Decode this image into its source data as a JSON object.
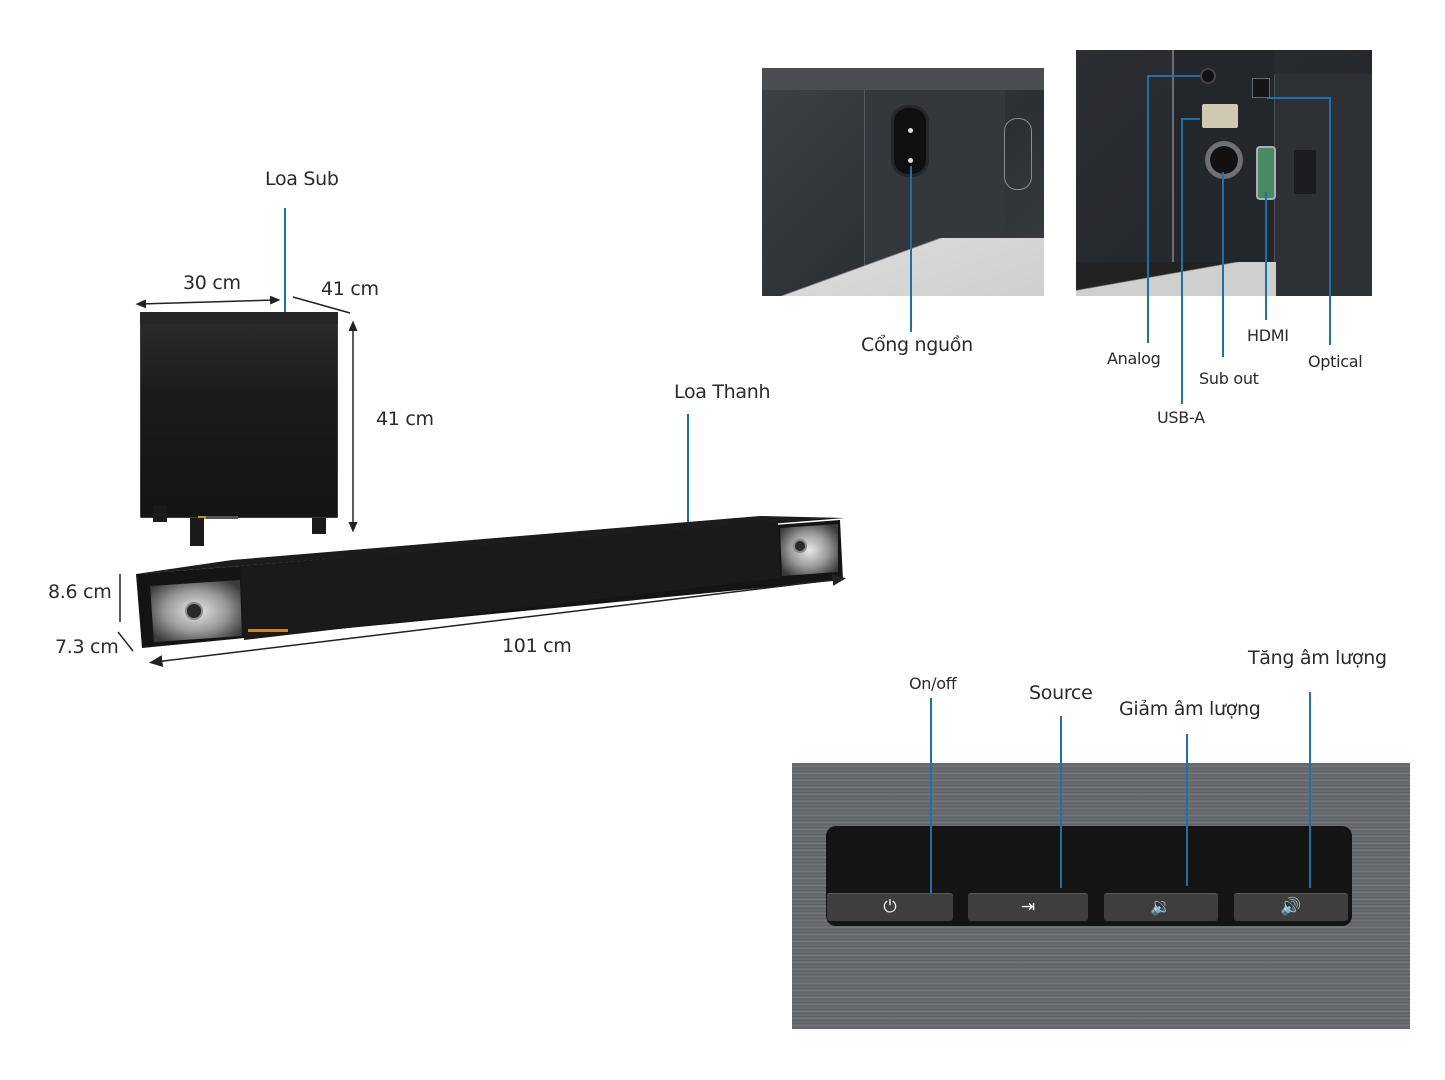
{
  "subwoofer": {
    "label": "Loa Sub",
    "width_label": "30 cm",
    "depth_label": "41 cm",
    "height_label": "41 cm"
  },
  "soundbar": {
    "label": "Loa Thanh",
    "height_label": "8.6 cm",
    "depth_label": "7.3 cm",
    "length_label": "101 cm"
  },
  "power_port": {
    "label": "Cổng nguồn"
  },
  "rear_ports": [
    {
      "id": "analog",
      "label": "Analog"
    },
    {
      "id": "usb-a",
      "label": "USB-A"
    },
    {
      "id": "sub-out",
      "label": "Sub out"
    },
    {
      "id": "hdmi",
      "label": "HDMI"
    },
    {
      "id": "optical",
      "label": "Optical"
    }
  ],
  "control_buttons": [
    {
      "id": "power",
      "label": "On/off",
      "icon": "power-icon",
      "glyph": "⏻"
    },
    {
      "id": "source",
      "label": "Source",
      "icon": "input-source-icon",
      "glyph": "⇥"
    },
    {
      "id": "volume-down",
      "label": "Giảm âm lượng",
      "icon": "volume-down-icon",
      "glyph": "🔉"
    },
    {
      "id": "volume-up",
      "label": "Tăng âm lượng",
      "icon": "volume-up-icon",
      "glyph": "🔊"
    }
  ],
  "colors": {
    "leader_line": "#1f6fa8",
    "dimension_line": "#222222",
    "label_text": "#2a2a2a"
  }
}
